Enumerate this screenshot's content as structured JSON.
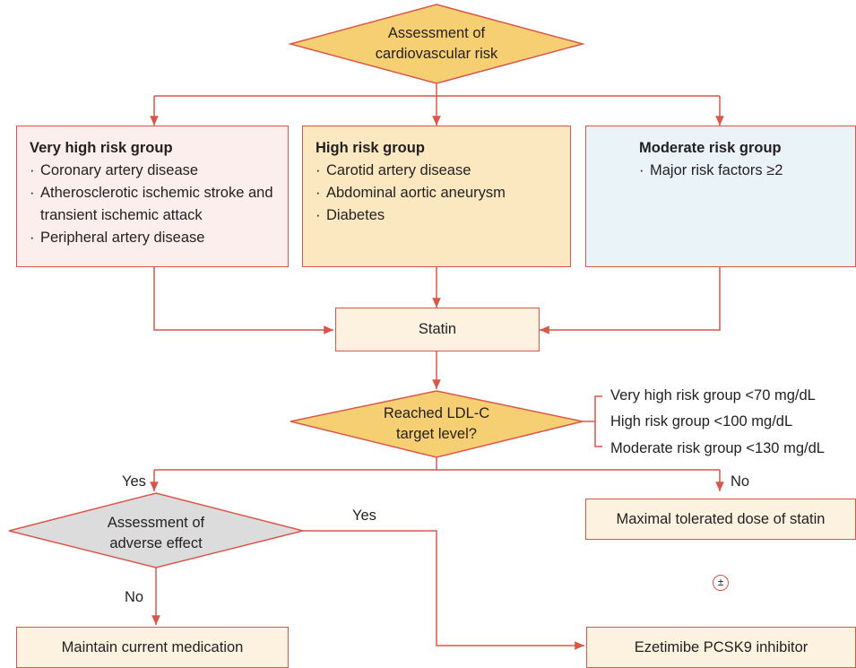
{
  "colors": {
    "line": "#d9574a",
    "diamond_main": "#f7cf73",
    "diamond_adverse": "#dcdcdc",
    "very_high_fill": "#fdeeee",
    "high_fill": "#fbe8c1",
    "moderate_fill": "#eaf3f8",
    "action_fill": "#fdf1df"
  },
  "start": {
    "line1": "Assessment of",
    "line2": "cardiovascular risk"
  },
  "groups": {
    "very_high": {
      "title": "Very high risk group",
      "items": [
        "Coronary artery disease",
        "Atherosclerotic ischemic stroke and transient ischemic attack",
        "Peripheral artery disease"
      ]
    },
    "high": {
      "title": "High risk group",
      "items": [
        "Carotid artery disease",
        "Abdominal aortic aneurysm",
        "Diabetes"
      ]
    },
    "moderate": {
      "title": "Moderate risk group",
      "items": [
        "Major risk factors ≥2"
      ]
    }
  },
  "statin": "Statin",
  "ldl_decision": {
    "line1": "Reached LDL-C",
    "line2": "target level?"
  },
  "targets": [
    "Very high risk group <70 mg/dL",
    "High risk group <100 mg/dL",
    "Moderate risk group <130 mg/dL"
  ],
  "labels": {
    "yes_left": "Yes",
    "no_right": "No",
    "yes_adverse": "Yes",
    "no_adverse": "No"
  },
  "adverse": {
    "line1": "Assessment of",
    "line2": "adverse effect"
  },
  "max_dose": "Maximal tolerated dose of statin",
  "plus_minus": "±",
  "maintain": "Maintain current medication",
  "addon": "Ezetimibe PCSK9 inhibitor"
}
